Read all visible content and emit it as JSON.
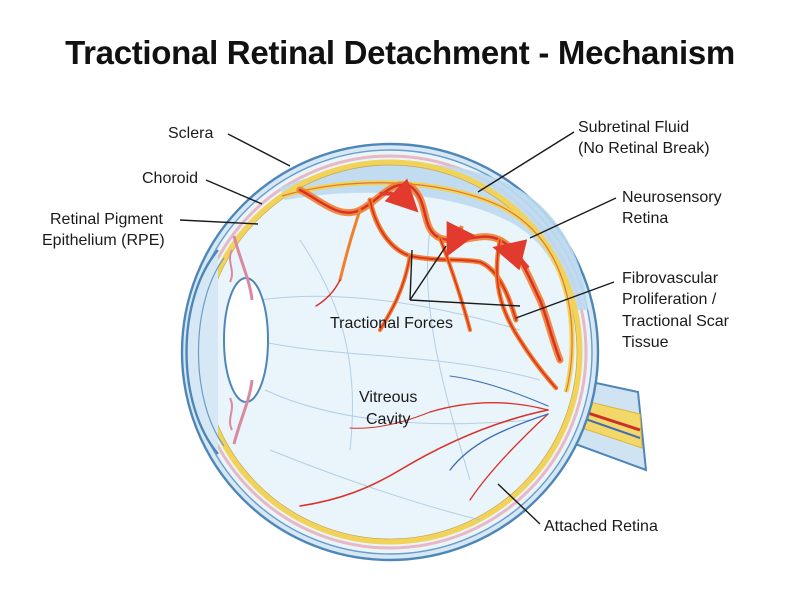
{
  "title": "Tractional Retinal Detachment - Mechanism",
  "colors": {
    "sclera_stroke": "#4f86b8",
    "eye_fill": "#eaf4fb",
    "retina_yellow": "#f1d35a",
    "vessel_red": "#d9302a",
    "scar_orange": "#f0812c",
    "fluid_blue": "#bcd9ee"
  },
  "labels": {
    "sclera": "Sclera",
    "choroid": "Choroid",
    "rpe_line1": "Retinal Pigment",
    "rpe_line2": "Epithelium (RPE)",
    "fluid_line1": "Subretinal Fluid",
    "fluid_line2": "(No Retinal Break)",
    "neuro_line1": "Neurosensory",
    "neuro_line2": "Retina",
    "fibro_line1": "Fibrovascular",
    "fibro_line2": "Proliferation /",
    "fibro_line3": "Tractional Scar",
    "fibro_line4": "Tissue",
    "traction": "Tractional Forces",
    "vitreous_line1": "Vitreous",
    "vitreous_line2": "Cavity",
    "attached": "Attached Retina"
  }
}
